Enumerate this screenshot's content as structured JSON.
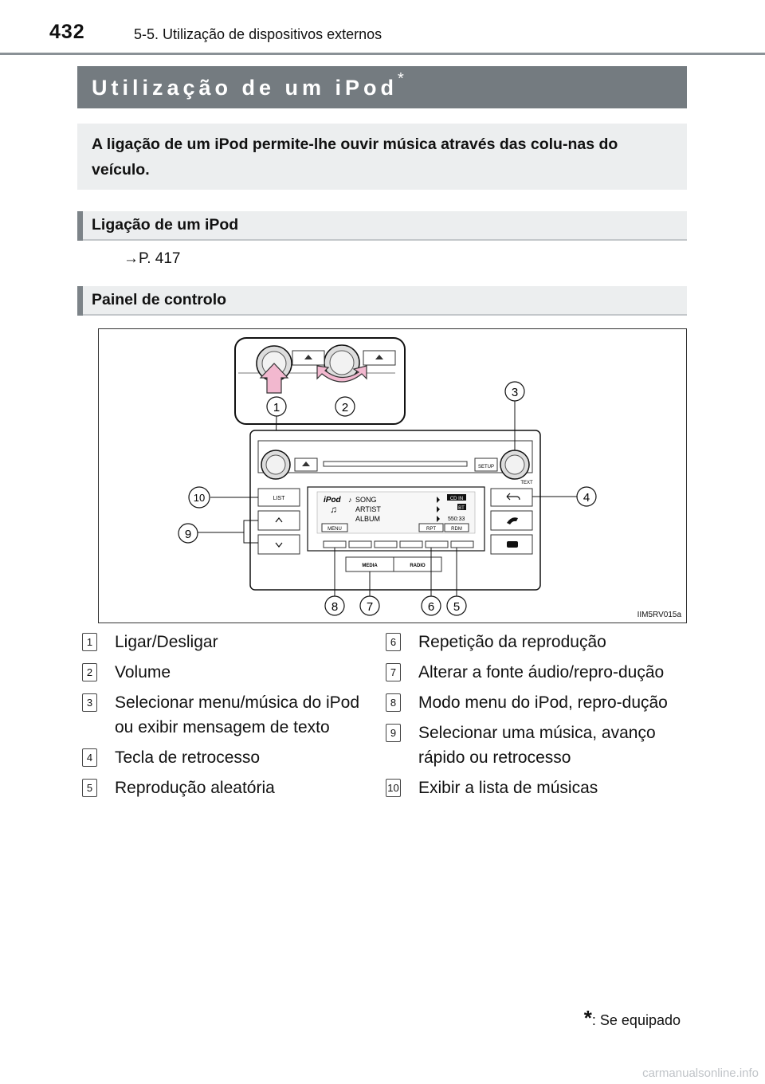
{
  "header": {
    "page_number": "432",
    "section": "5-5. Utilização de dispositivos externos"
  },
  "title": {
    "text": "Utilização de um iPod",
    "marker": "*"
  },
  "intro": "A ligação de um iPod permite-lhe ouvir música através das colu-nas do veículo.",
  "sections": [
    {
      "heading": "Ligação de um iPod",
      "ref": "→P. 417"
    },
    {
      "heading": "Painel de controlo"
    }
  ],
  "figure": {
    "code": "IIM5RV015a",
    "panel_labels": {
      "list": "LIST",
      "setup": "SETUP",
      "text": "TEXT",
      "media": "MEDIA",
      "radio": "RADIO",
      "menu": "MENU",
      "rpt": "RPT",
      "rdm": "RDM"
    },
    "screen": {
      "source": "iPod",
      "song": "SONG",
      "artist": "ARTIST",
      "album": "ALBUM",
      "cd_in": "CD IN",
      "bt": "BT",
      "time": "550:33"
    },
    "callouts": [
      "1",
      "2",
      "3",
      "4",
      "5",
      "6",
      "7",
      "8",
      "9",
      "10"
    ]
  },
  "legend_left": [
    {
      "num": "1",
      "text": "Ligar/Desligar"
    },
    {
      "num": "2",
      "text": "Volume"
    },
    {
      "num": "3",
      "text": "Selecionar menu/música do iPod ou exibir mensagem de texto"
    },
    {
      "num": "4",
      "text": "Tecla de retrocesso"
    },
    {
      "num": "5",
      "text": "Reprodução aleatória"
    }
  ],
  "legend_right": [
    {
      "num": "6",
      "text": "Repetição da reprodução"
    },
    {
      "num": "7",
      "text": "Alterar a fonte áudio/repro-dução"
    },
    {
      "num": "8",
      "text": "Modo menu do iPod, repro-dução"
    },
    {
      "num": "9",
      "text": "Selecionar uma música, avanço rápido ou retrocesso"
    },
    {
      "num": "10",
      "text": "Exibir a lista de músicas"
    }
  ],
  "footnote": {
    "marker": "*",
    "text": ": Se equipado"
  },
  "watermark": "carmanualsonline.info"
}
